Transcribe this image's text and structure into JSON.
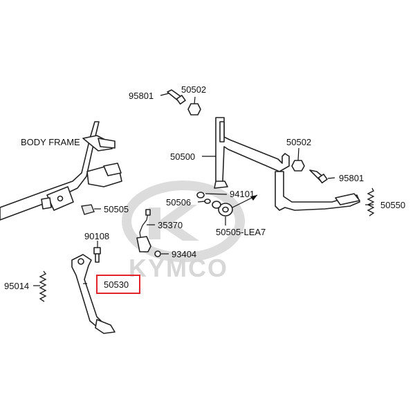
{
  "colors": {
    "highlight_box": "#e0242a",
    "watermark": "#d7d7d7",
    "line": "#222222"
  },
  "watermark": {
    "brand": "KYMCO",
    "logo": "kymco-logo"
  },
  "labels": {
    "body_frame": "BODY FRAME",
    "p95801_top": "95801",
    "p50502_top": "50502",
    "p50500": "50500",
    "p50502_right": "50502",
    "p95801_right": "95801",
    "p94101": "94101",
    "p50506": "50506",
    "p50550": "50550",
    "p50505": "50505",
    "p35370": "35370",
    "p50505_lea7": "50505-LEA7",
    "p90108": "90108",
    "p93404": "93404",
    "p95014": "95014",
    "p50530": "50530"
  },
  "highlighted_part": "50530"
}
